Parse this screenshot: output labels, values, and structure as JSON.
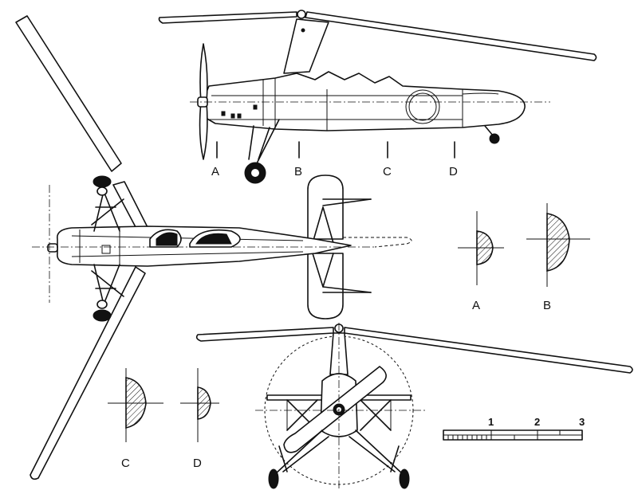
{
  "section_labels": {
    "side_a": "A",
    "side_b": "B",
    "side_c": "C",
    "side_d": "D",
    "profile_a": "A",
    "profile_b": "B",
    "profile_c": "C",
    "profile_d": "D"
  },
  "scale_bar": {
    "marks": [
      "1",
      "2",
      "3"
    ]
  }
}
